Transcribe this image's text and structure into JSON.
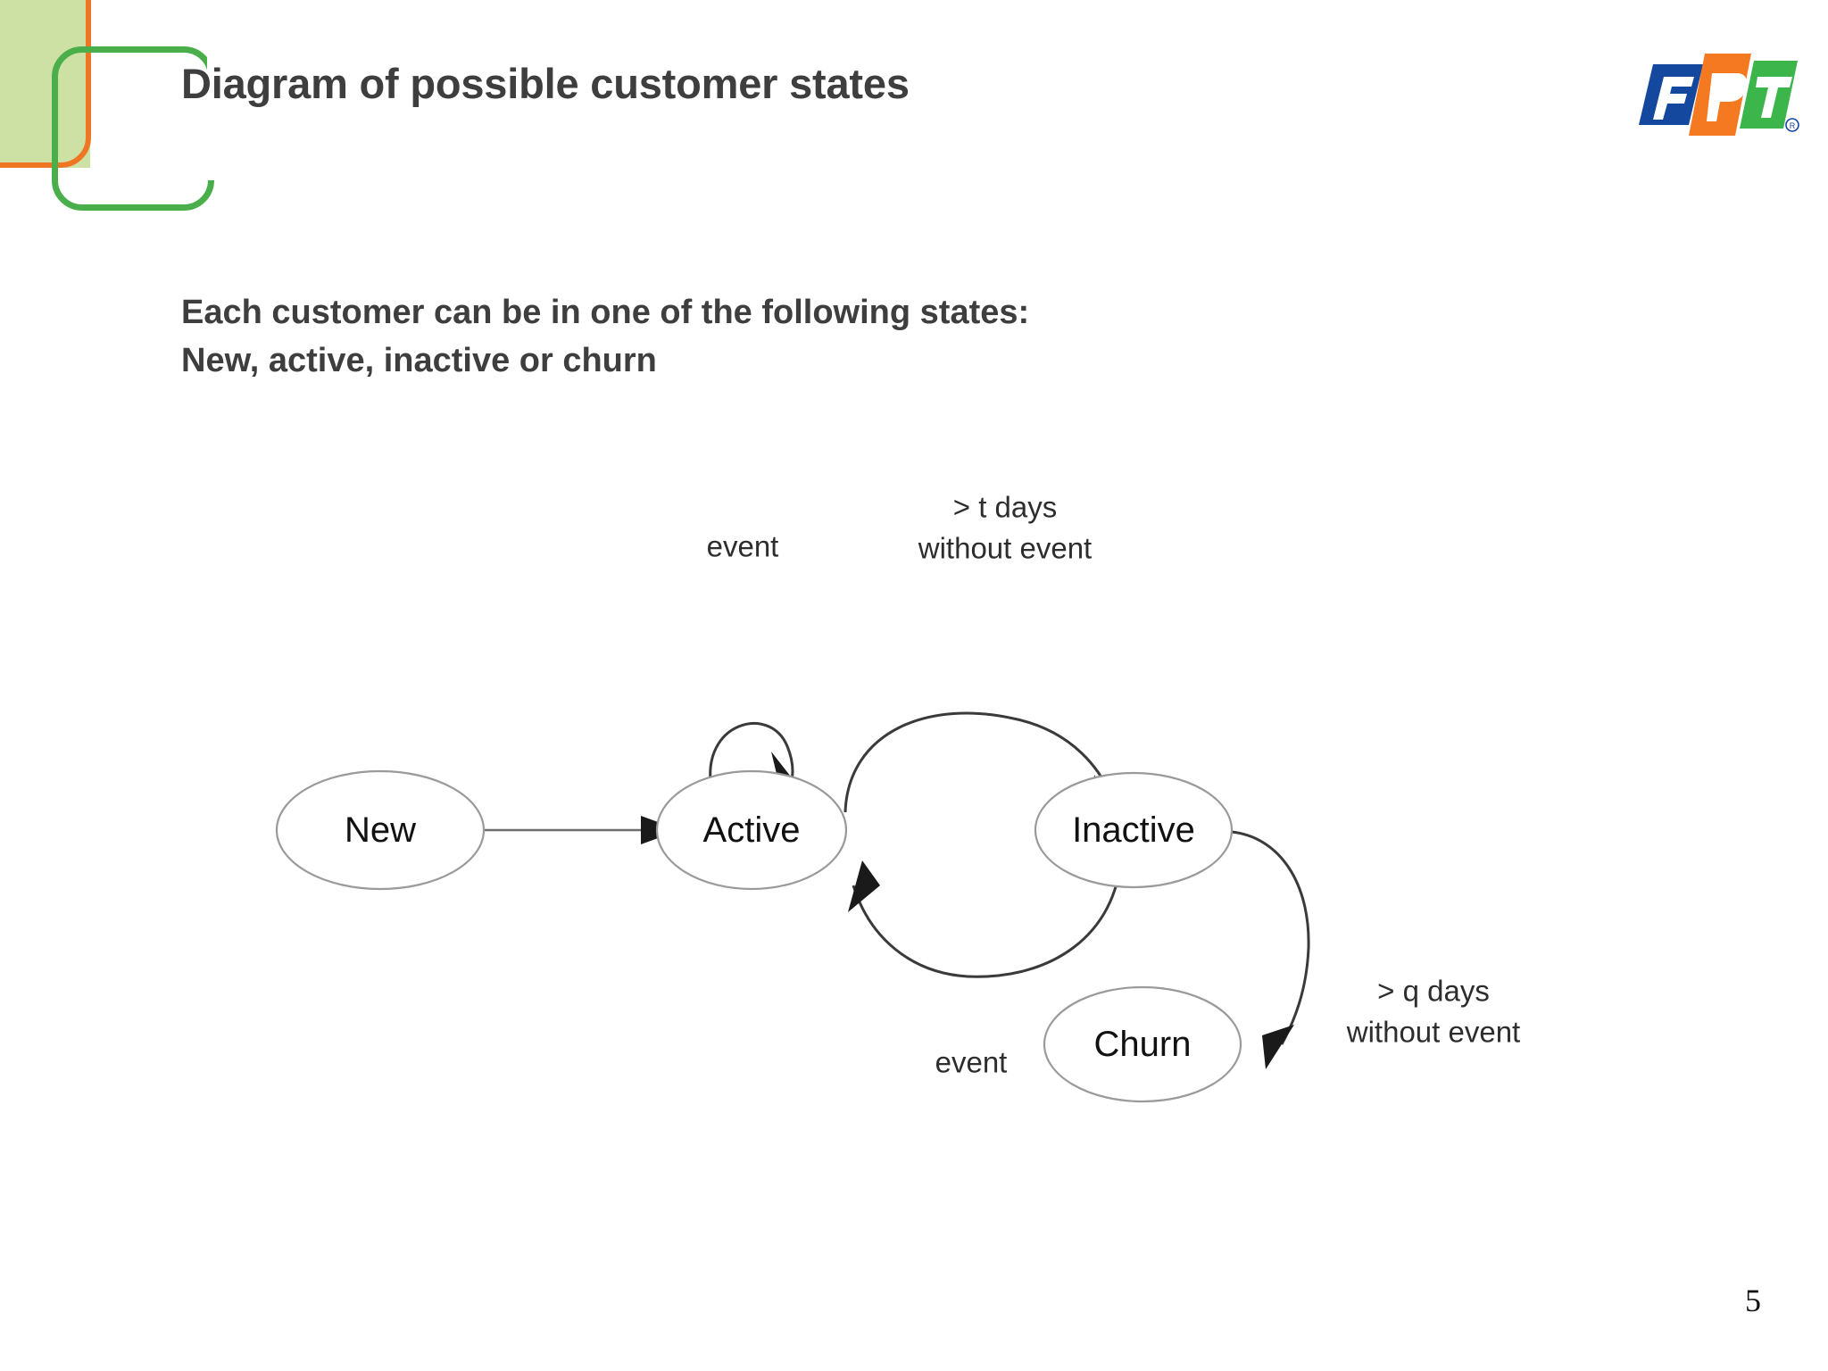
{
  "slide": {
    "title": "Diagram of possible customer states",
    "body_text": "Each customer can be in one of the following states:\nNew, active, inactive or churn",
    "page_number": "5",
    "brand": {
      "name": "FPT",
      "letters": [
        "F",
        "P",
        "T"
      ],
      "registered_mark": "®",
      "colors": {
        "blue": "#14479e",
        "orange": "#f47920",
        "green": "#3cb54a"
      }
    },
    "decoration": {
      "fill_green": "#cee1a4",
      "outline_orange": "#ef7622",
      "outline_green": "#4aae4a"
    },
    "title_color": "#3e3e3e"
  },
  "diagram": {
    "type": "state-machine",
    "nodes": [
      {
        "id": "new",
        "label": "New"
      },
      {
        "id": "active",
        "label": "Active"
      },
      {
        "id": "inactive",
        "label": "Inactive"
      },
      {
        "id": "churn",
        "label": "Churn"
      }
    ],
    "edges": [
      {
        "from": "new",
        "to": "active",
        "label": ""
      },
      {
        "from": "active",
        "to": "active",
        "label": "event"
      },
      {
        "from": "active",
        "to": "inactive",
        "label": "> t days\nwithout event"
      },
      {
        "from": "inactive",
        "to": "active",
        "label": "event"
      },
      {
        "from": "inactive",
        "to": "churn",
        "label": "> q days\nwithout event"
      }
    ],
    "labels": {
      "self_event": "event",
      "t_days_line1": "> t days",
      "t_days_line2": "without event",
      "return_event": "event",
      "q_days_line1": "> q days",
      "q_days_line2": "without event"
    }
  }
}
